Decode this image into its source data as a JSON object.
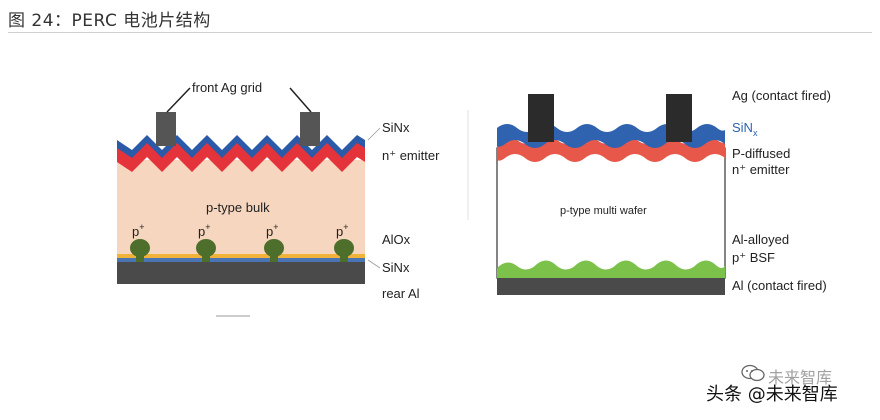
{
  "figure": {
    "title": "图 24：PERC 电池片结构"
  },
  "left_diagram": {
    "front_grid_label": "front Ag grid",
    "top_labels": [
      "SiNx",
      "n⁺ emitter"
    ],
    "bulk_label": "p-type bulk",
    "p_plus_label": "p",
    "p_plus_sup": "+",
    "p_plus_count": 4,
    "bottom_labels": [
      "AlOx",
      "SiNx",
      "rear Al"
    ],
    "colors": {
      "bulk": "#f7d6bf",
      "sinx_top": "#2a5aa8",
      "emitter": "#e5333b",
      "finger": "#555555",
      "aloX": "#f1b23a",
      "sinx_rear": "#4a74b3",
      "rear_al": "#4a4a4a",
      "p_plus": "#4e6e2c"
    }
  },
  "right_diagram": {
    "labels": {
      "ag": "Ag (contact fired)",
      "sinx": "SiN",
      "sinx_sub": "x",
      "p_diffused": "P-diffused",
      "n_emitter": "n⁺ emitter",
      "wafer": "p-type multi wafer",
      "al_alloyed": "Al-alloyed",
      "bsf": "p⁺ BSF",
      "al": "Al (contact fired)"
    },
    "colors": {
      "finger": "#2b2b2b",
      "sinx": "#2f63b0",
      "emitter": "#e8584a",
      "wafer": "#ffffff",
      "bsf": "#7cc24a",
      "al": "#4a4a4a",
      "label_blue": "#2f63b0",
      "label_red": "#e8584a",
      "label_green": "#7cc24a"
    }
  },
  "watermark": {
    "text": "头条 @未来智库",
    "faded_text": "未来智库",
    "icon": "wechat-icon"
  }
}
